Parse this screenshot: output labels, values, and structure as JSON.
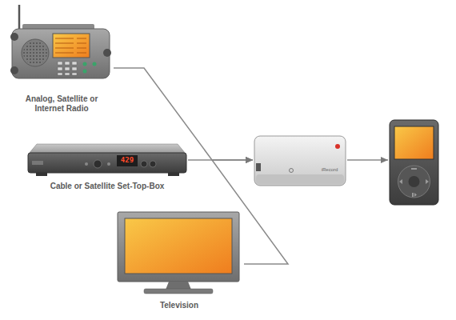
{
  "diagram": {
    "nodes": [
      {
        "text": [
          "Analog, Satellite or Internet Radio"
        ]
      },
      {
        "text": [
          "429",
          "Cable or Satellite Set-Top-Box"
        ]
      },
      {
        "text": [
          "Television"
        ]
      },
      {
        "text": [
          "iRecord"
        ]
      },
      {
        "text": []
      }
    ],
    "edges": [
      {
        "from": 0,
        "to": 3,
        "arrow": "to"
      },
      {
        "from": 1,
        "to": 3,
        "arrow": "to"
      },
      {
        "from": 2,
        "to": 3,
        "arrow": "to"
      },
      {
        "from": 3,
        "to": 4,
        "arrow": "to"
      }
    ]
  }
}
